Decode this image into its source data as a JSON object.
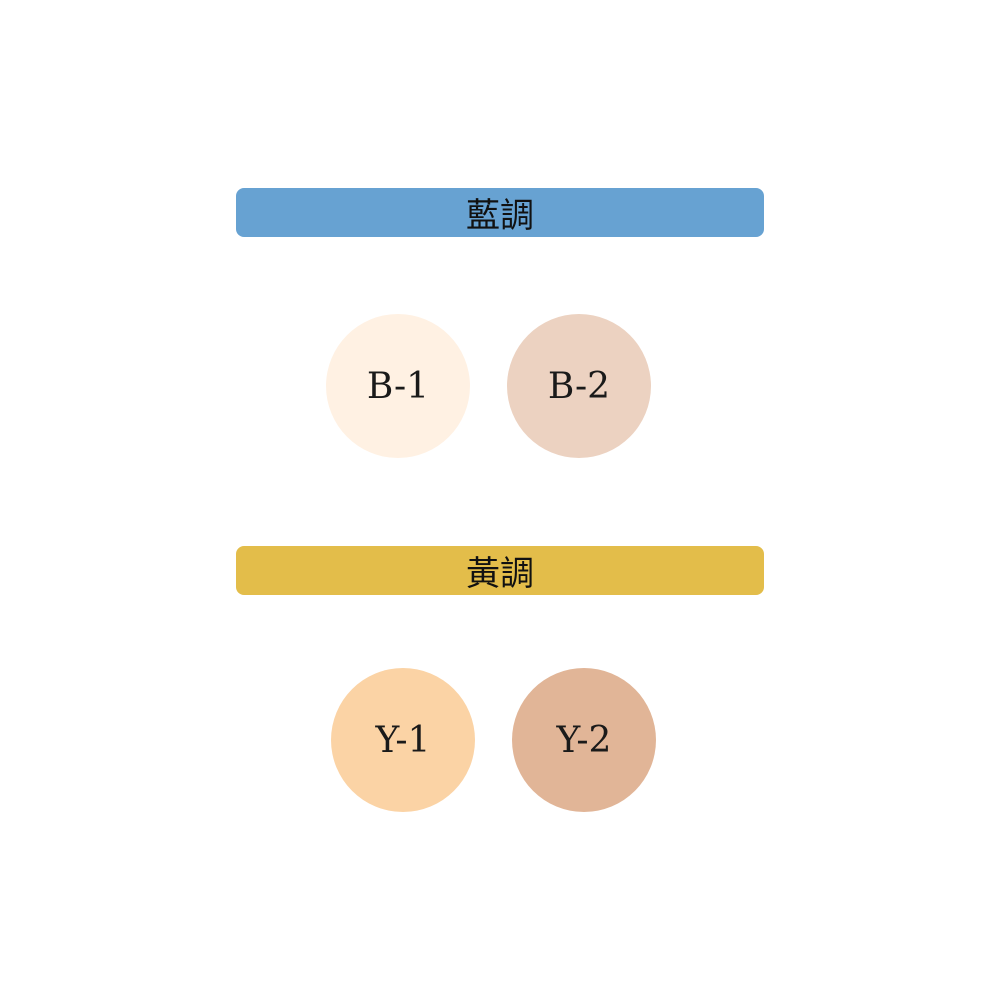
{
  "sections": [
    {
      "label": "藍調",
      "color": "#67a2d2",
      "swatches": [
        {
          "label": "B-1",
          "color": "#fff1e3"
        },
        {
          "label": "B-2",
          "color": "#ecd2c1"
        }
      ]
    },
    {
      "label": "黃調",
      "color": "#e3bd4a",
      "swatches": [
        {
          "label": "Y-1",
          "color": "#fbd3a5"
        },
        {
          "label": "Y-2",
          "color": "#e1b597"
        }
      ]
    }
  ]
}
